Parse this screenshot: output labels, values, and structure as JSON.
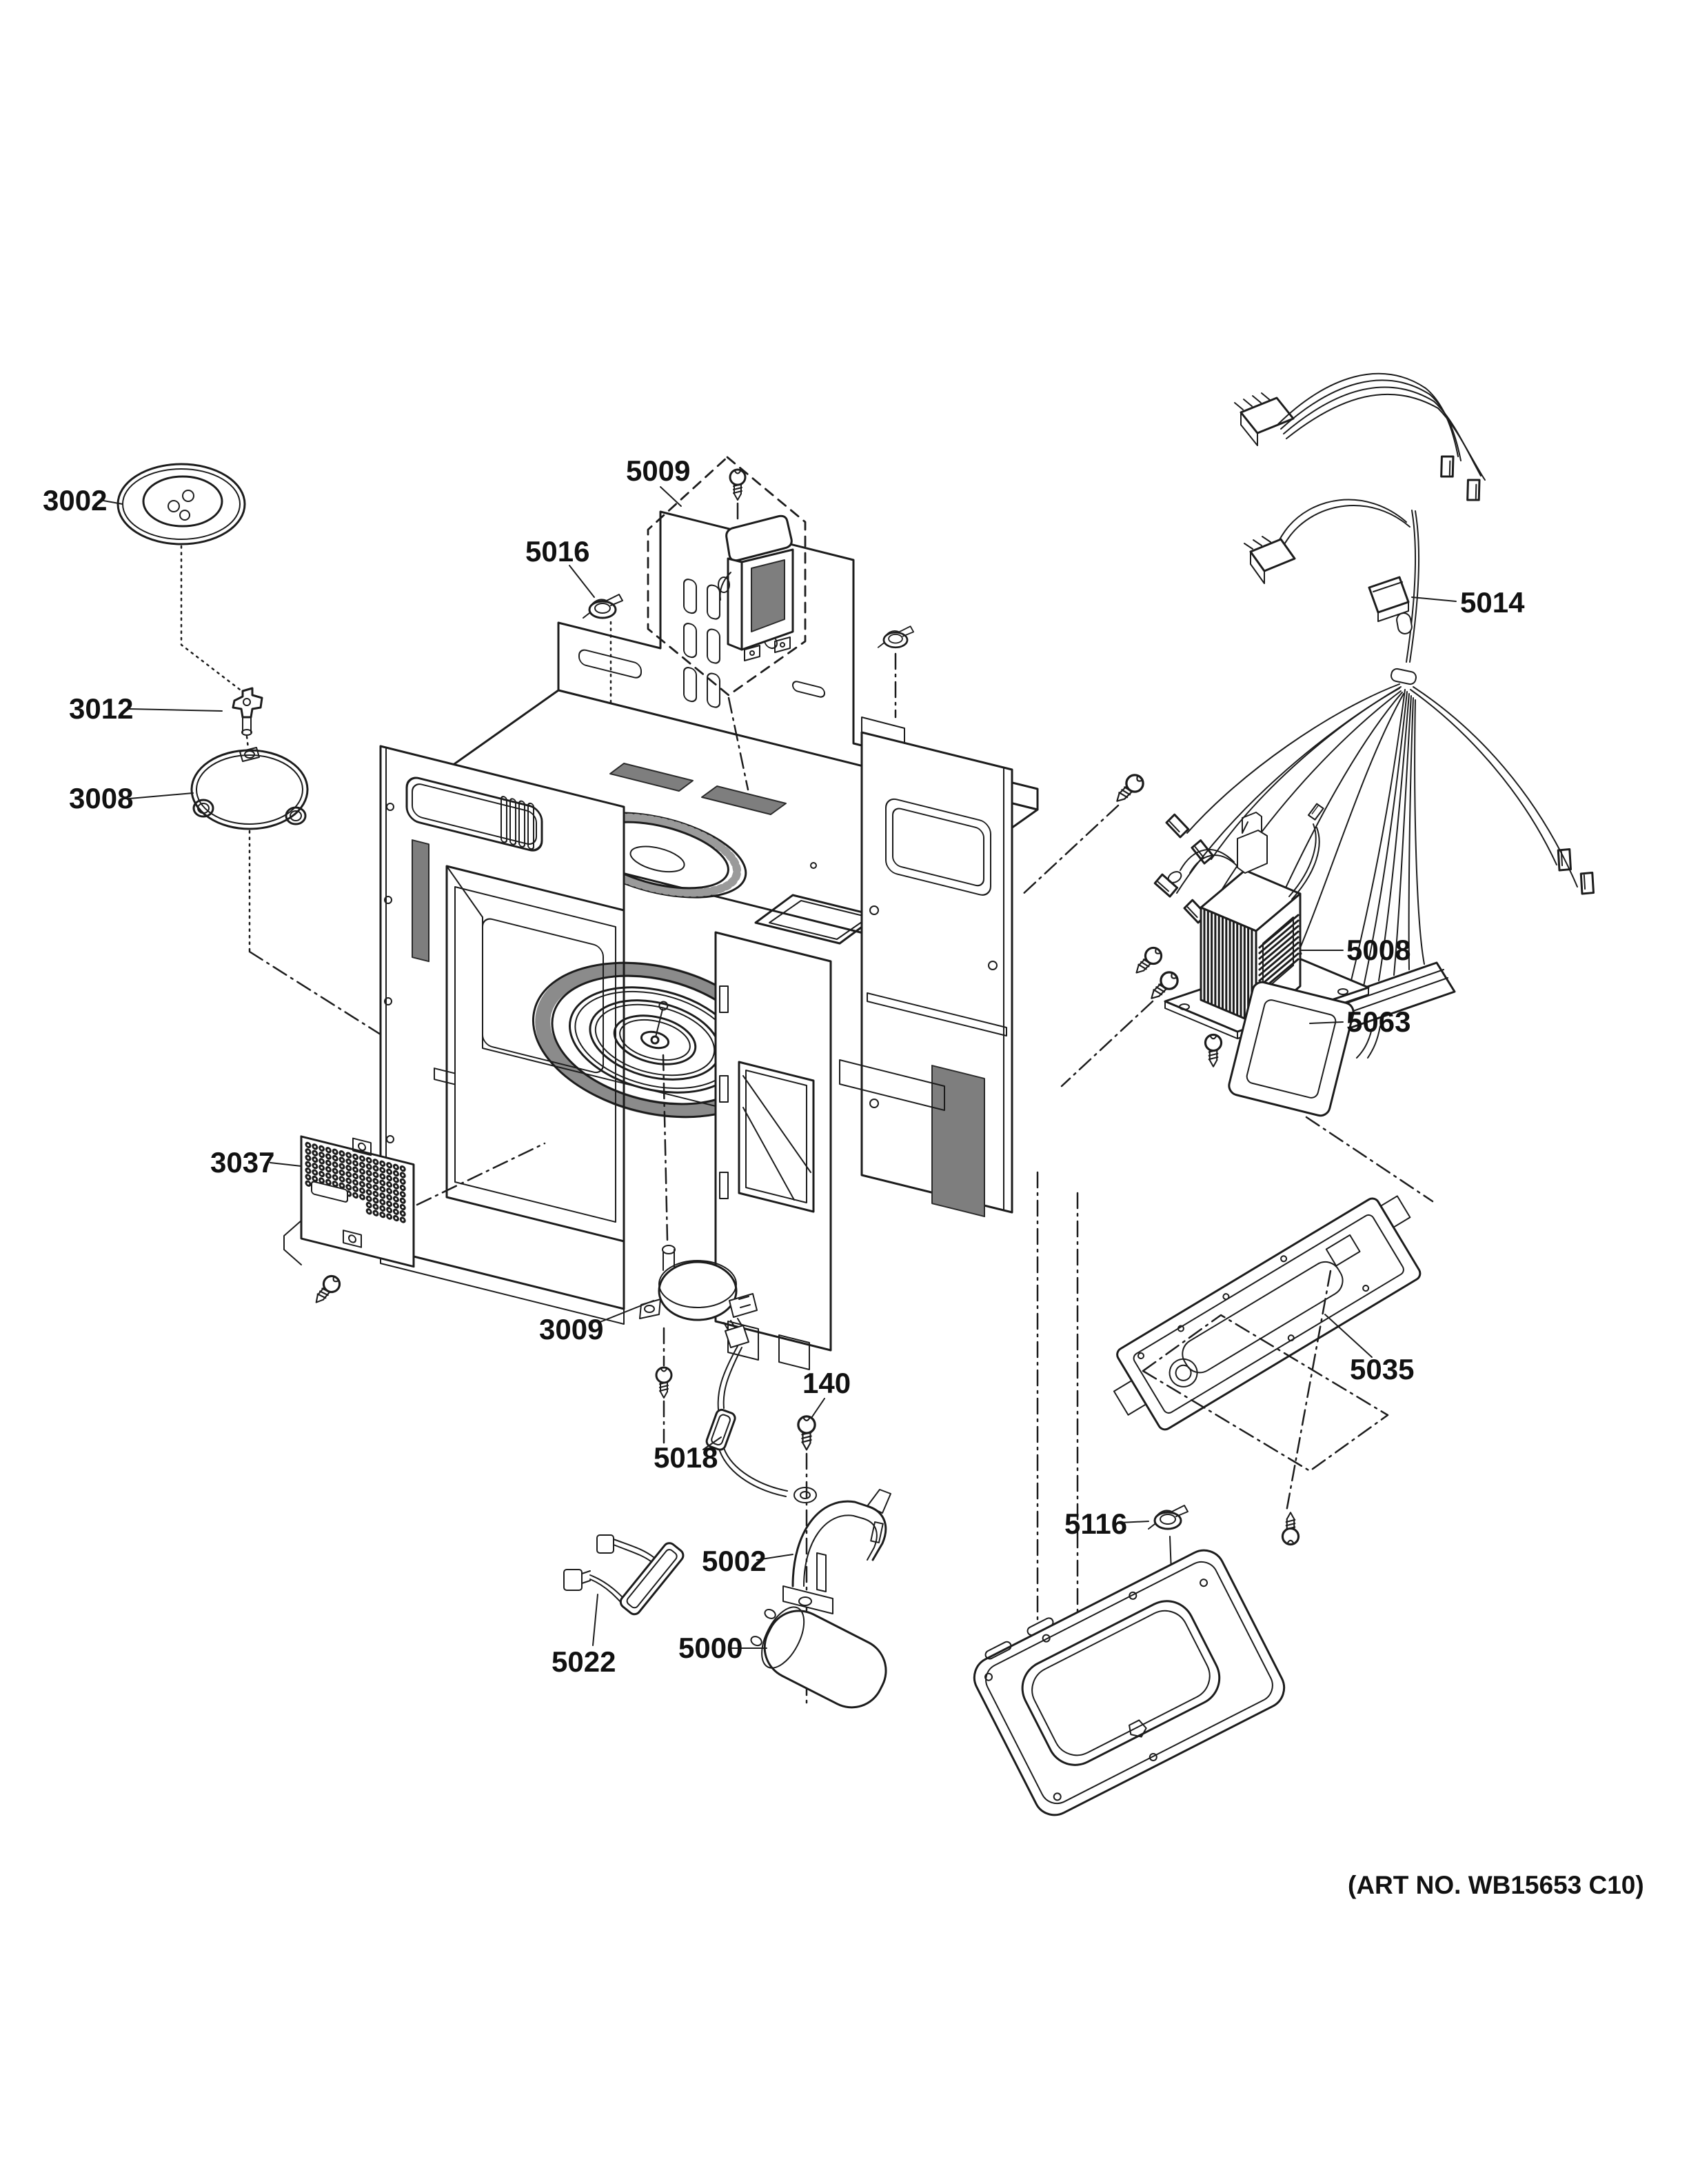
{
  "diagram": {
    "art_note": "(ART NO. WB15653 C10)",
    "ink_color": "#1c1c1c",
    "paper_color": "#ffffff",
    "labels": [
      "3002",
      "3012",
      "3008",
      "5016",
      "5009",
      "5014",
      "5008",
      "5063",
      "3037",
      "3009",
      "5018",
      "140",
      "5002",
      "5000",
      "5022",
      "5116",
      "5035"
    ]
  }
}
